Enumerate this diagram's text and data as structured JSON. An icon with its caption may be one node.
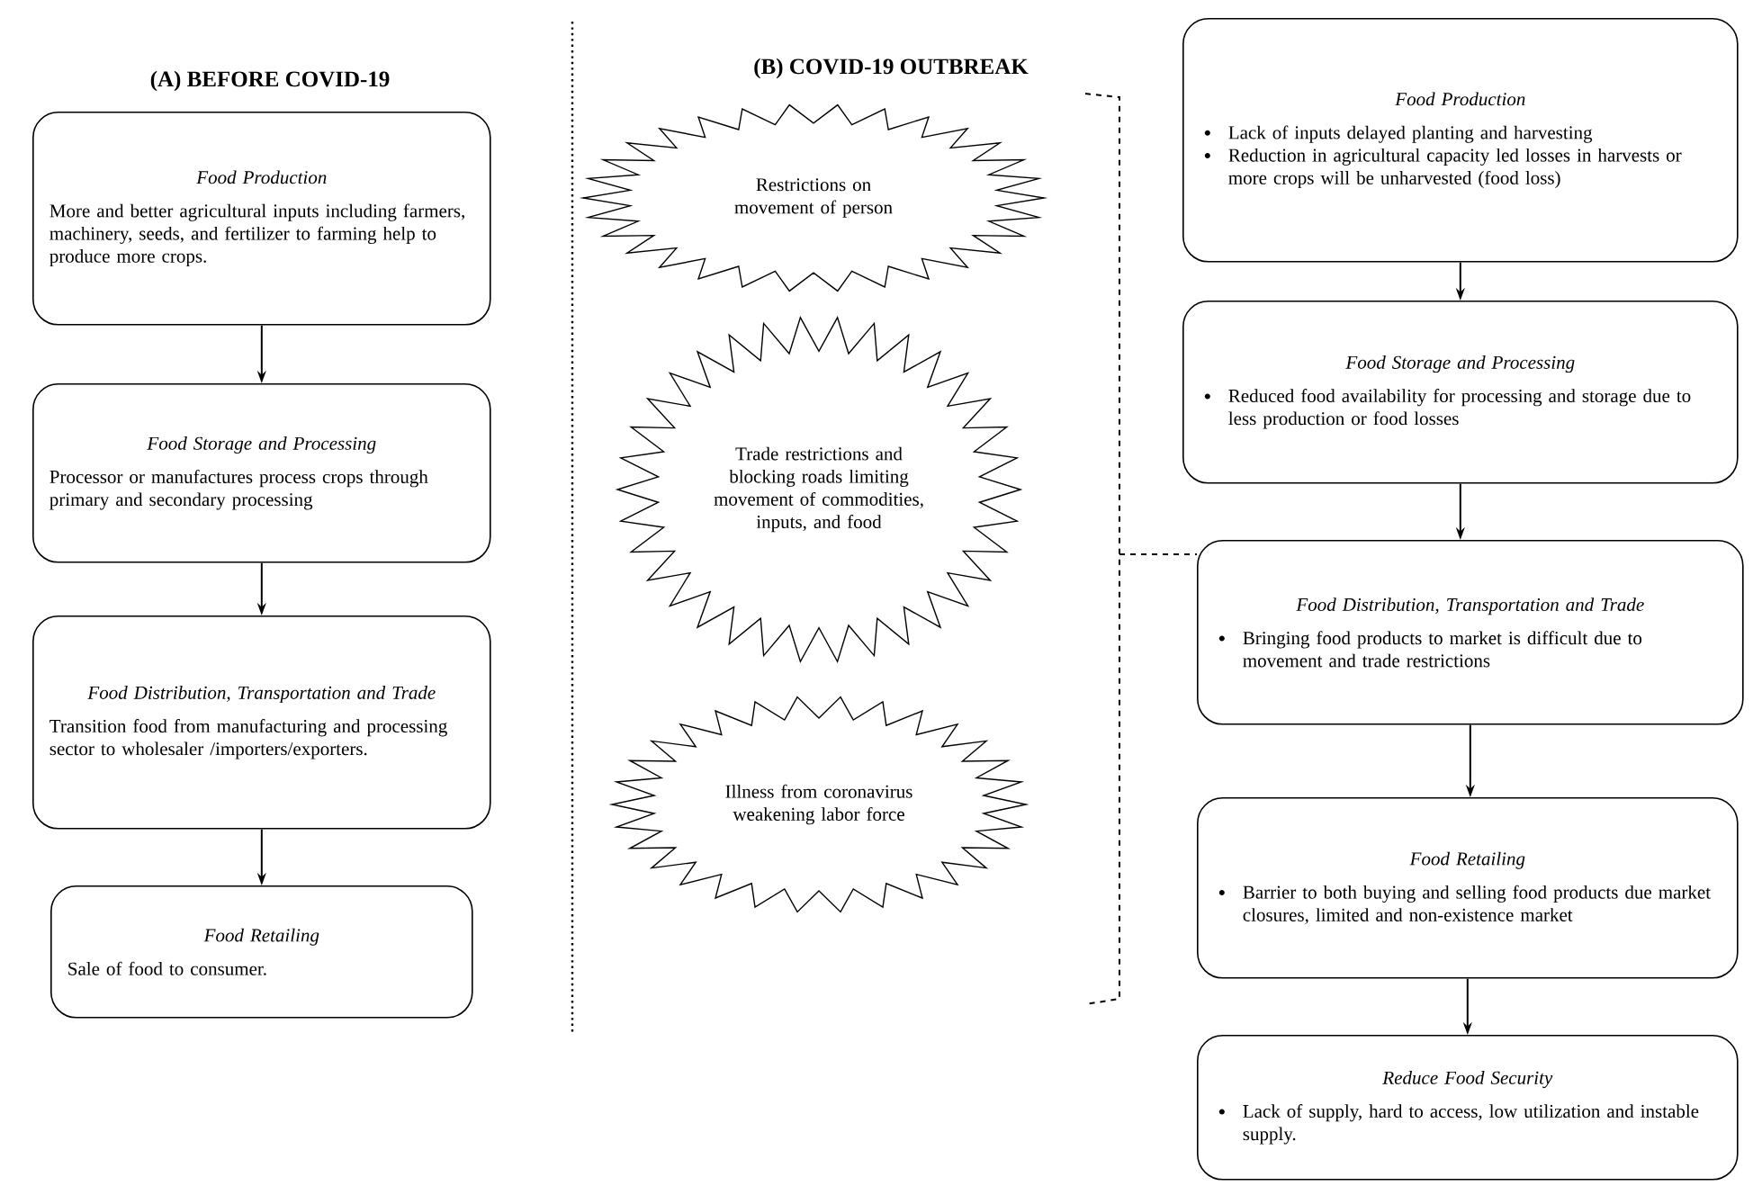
{
  "diagram": {
    "nodes": [
      {
        "text": [
          "Food Production",
          "More and better agricultural inputs including farmers, machinery, seeds, and fertilizer to farming help to produce more crops."
        ]
      },
      {
        "text": [
          "Food Storage and Processing",
          "Processor or manufactures process crops through primary and secondary processing"
        ]
      },
      {
        "text": [
          "Food Distribution, Transportation and Trade",
          "Transition food from manufacturing and processing sector to wholesaler /importers/exporters."
        ]
      },
      {
        "text": [
          "Food Retailing",
          "Sale of food to consumer."
        ]
      },
      {
        "text": [
          "Restrictions on movement of person"
        ]
      },
      {
        "text": [
          "Trade restrictions and blocking roads limiting movement of commodities, inputs, and food"
        ]
      },
      {
        "text": [
          "Illness from coronavirus weakening labor force"
        ]
      },
      {
        "text": [
          "Food Production",
          "Lack of inputs delayed planting and harvesting",
          "Reduction in agricultural capacity led losses in harvests or more crops will be unharvested (food loss)"
        ]
      },
      {
        "text": [
          "Food Storage and Processing",
          "Reduced food availability for processing and storage due to less production or food losses"
        ]
      },
      {
        "text": [
          "Food Distribution, Transportation and Trade",
          "Bringing food products to market is difficult due to movement and trade restrictions"
        ]
      },
      {
        "text": [
          "Food Retailing",
          "Barrier to both buying and selling food products due market closures, limited and non-existence market"
        ]
      },
      {
        "text": [
          "Reduce Food Security",
          "Lack of supply, hard to access, low utilization and instable supply."
        ]
      },
      {
        "text": [],
        "shape": "bracket"
      }
    ],
    "edges": [
      {
        "from": 0,
        "to": 1,
        "arrow": "to"
      },
      {
        "from": 1,
        "to": 2,
        "arrow": "to"
      },
      {
        "from": 2,
        "to": 3,
        "arrow": "to"
      },
      {
        "from": 7,
        "to": 8,
        "arrow": "to"
      },
      {
        "from": 8,
        "to": 9,
        "arrow": "to"
      },
      {
        "from": 9,
        "to": 10,
        "arrow": "to"
      },
      {
        "from": 10,
        "to": 11,
        "arrow": "to"
      },
      {
        "from": 12,
        "to": 9,
        "arrow": "none",
        "style": "dashed"
      }
    ],
    "labels": [
      "(A) BEFORE COVID-19",
      "(B) COVID-19 OUTBREAK"
    ]
  }
}
